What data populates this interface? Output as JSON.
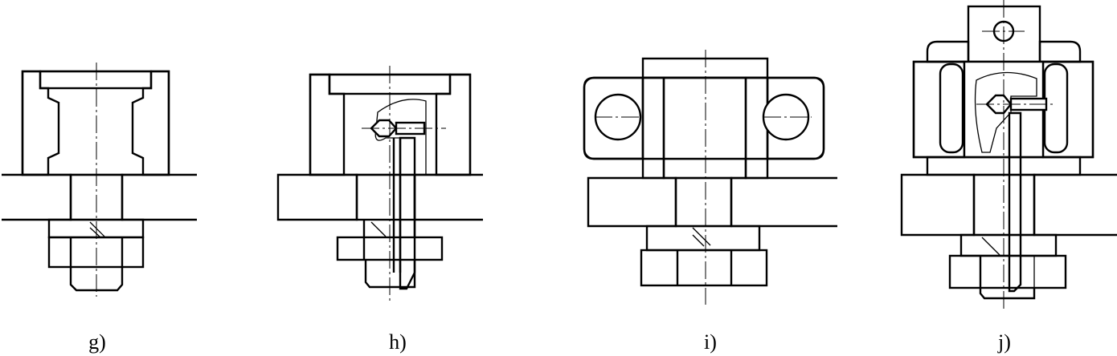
{
  "figure": {
    "subfigures": [
      {
        "id": "g",
        "caption": "g)"
      },
      {
        "id": "h",
        "caption": "h)"
      },
      {
        "id": "i",
        "caption": "i)"
      },
      {
        "id": "j",
        "caption": "j)"
      }
    ]
  }
}
